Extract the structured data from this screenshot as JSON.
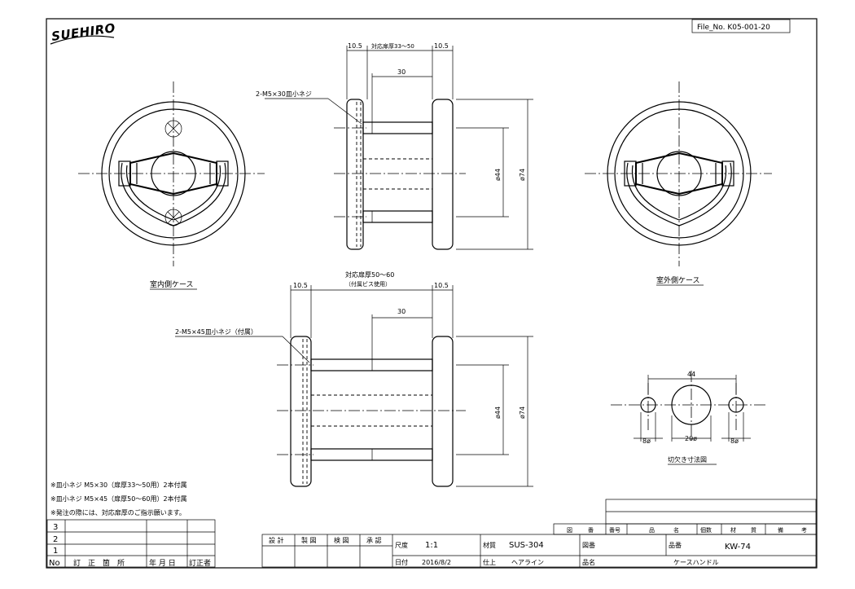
{
  "brand": {
    "logo_text": "SUEHIRO"
  },
  "file_no": "File_No.  K05-001-20",
  "top_view": {
    "dim_left": "10.5",
    "dim_mid": "対応扉厚33～50",
    "dim_right": "10.5",
    "dim_bolt": "30",
    "screw_label": "2-M5×30皿小ネジ",
    "dia_inner": "ø44",
    "dia_outer": "ø74"
  },
  "bottom_view": {
    "dim_title_1": "対応扉厚50～60",
    "dim_title_2": "（付属ビス使用）",
    "dim_left": "10.5",
    "dim_right": "10.5",
    "dim_bolt": "30",
    "screw_label": "2-M5×45皿小ネジ（付属）",
    "dia_inner": "ø44",
    "dia_outer": "ø74"
  },
  "left_view_label": "室内側ケース",
  "right_view_label": "室外側ケース",
  "cutout": {
    "width": "44",
    "hole_small_left": "8ø",
    "hole_center": "20ø",
    "hole_small_right": "8ø",
    "label": "切欠き寸法図"
  },
  "notes": [
    "※皿小ネジ M5×30（扉厚33～50用）2本付属",
    "※皿小ネジ M5×45（扉厚50～60用）2本付属",
    "※発注の際には、対応扉厚のご指示願います。"
  ],
  "revision_table": {
    "rows": [
      "3",
      "2",
      "1"
    ],
    "headers": [
      "No",
      "訂　正　箇　所",
      "年 月 日",
      "訂正者"
    ]
  },
  "title_block": {
    "sign_headers": [
      "設 計",
      "製 図",
      "検 図",
      "承 認"
    ],
    "scale_label": "尺度",
    "scale_value": "1:1",
    "date_label": "日付",
    "date_value": "2016/8/2",
    "material_label": "材質",
    "material_value": "SUS-304",
    "finish_label": "仕上",
    "finish_value": "ヘアライン",
    "drawing_no_label": "図番",
    "part_no_label": "品番",
    "part_no_value": "KW-74",
    "name_label": "品名",
    "name_value": "ケースハンドル"
  },
  "parts_list_headers": [
    "図",
    "番",
    "番号",
    "品",
    "名",
    "個数",
    "材",
    "質",
    "備",
    "考"
  ]
}
